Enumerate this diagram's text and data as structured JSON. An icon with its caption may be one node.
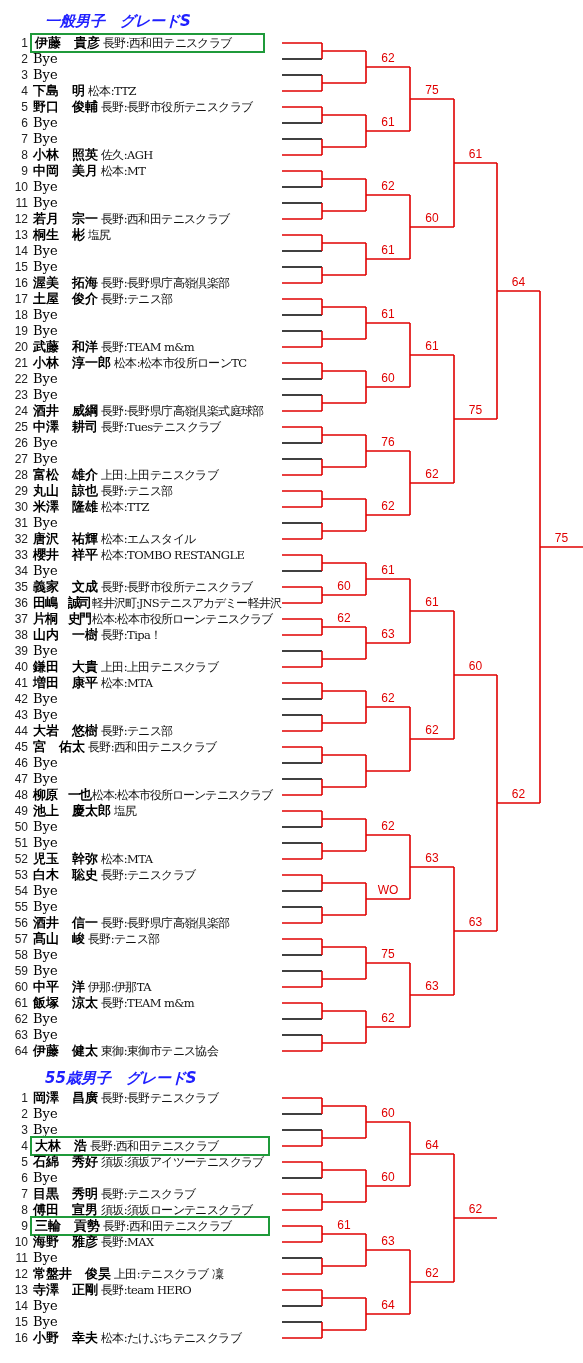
{
  "diagram": {
    "nodes": [
      {
        "text": [
          "伊藤　貴彦",
          "長野:西和田テニスクラブ"
        ]
      },
      {
        "text": [
          "大林　浩",
          "長野:西和田テニスクラブ"
        ]
      },
      {
        "text": [
          "三輪　貢勢",
          "長野:西和田テニスクラブ"
        ]
      }
    ],
    "labels": [
      "一般男子　グレードS",
      "1",
      "2",
      "Bye",
      "3",
      "Bye",
      "4",
      "下島　明",
      "松本:TTZ",
      "5",
      "野口　俊輔",
      "長野:長野市役所テニスクラブ",
      "6",
      "Bye",
      "7",
      "Bye",
      "8",
      "小林　照英",
      "佐久:AGH",
      "9",
      "中岡　美月",
      "松本:MT",
      "10",
      "Bye",
      "11",
      "Bye",
      "12",
      "若月　宗一",
      "長野:西和田テニスクラブ",
      "13",
      "桐生　彬",
      "塩尻",
      "14",
      "Bye",
      "15",
      "Bye",
      "16",
      "渥美　拓海",
      "長野:長野県庁高嶺倶楽部",
      "17",
      "土屋　俊介",
      "長野:テニス部",
      "18",
      "Bye",
      "19",
      "Bye",
      "20",
      "武藤　和洋",
      "長野:TEAM m&m",
      "21",
      "小林　淳一郎",
      "松本:松本市役所ローンTC",
      "22",
      "Bye",
      "23",
      "Bye",
      "24",
      "酒井　威綱",
      "長野:長野県庁高嶺倶楽式庭球部",
      "25",
      "中澤　耕司",
      "長野:Tuesテニスクラブ",
      "26",
      "Bye",
      "27",
      "Bye",
      "28",
      "富松　雄介",
      "上田:上田テニスクラブ",
      "29",
      "丸山　諒也",
      "長野:テニス部",
      "30",
      "米澤　隆雄",
      "松本:TTZ",
      "31",
      "Bye",
      "32",
      "唐沢　祐輝",
      "松本:エムスタイル",
      "33",
      "櫻井　祥平",
      "松本:TOMBO RESTANGLE",
      "34",
      "Bye",
      "35",
      "義家　文成",
      "長野:長野市役所テニスクラブ",
      "36",
      "田嶋　誠司",
      "軽井沢町:JNSテニスアカデミー軽井沢",
      "37",
      "片桐　史門",
      "松本:松本市役所ローンテニスクラブ",
      "38",
      "山内　一樹",
      "長野:Tipa！",
      "39",
      "Bye",
      "40",
      "鎌田　大貴",
      "上田:上田テニスクラブ",
      "41",
      "増田　康平",
      "松本:MTA",
      "42",
      "Bye",
      "43",
      "Bye",
      "44",
      "大岩　悠樹",
      "長野:テニス部",
      "45",
      "宮　佑太",
      "長野:西和田テニスクラブ",
      "46",
      "Bye",
      "47",
      "Bye",
      "48",
      "柳原　一也",
      "松本:松本市役所ローンテニスクラブ",
      "49",
      "池上　慶太郎",
      "塩尻",
      "50",
      "Bye",
      "51",
      "Bye",
      "52",
      "児玉　幹弥",
      "松本:MTA",
      "53",
      "白木　聡史",
      "長野:テニスクラブ",
      "54",
      "Bye",
      "55",
      "Bye",
      "56",
      "酒井　信一",
      "長野:長野県庁高嶺倶楽部",
      "57",
      "髙山　峻",
      "長野:テニス部",
      "58",
      "Bye",
      "59",
      "Bye",
      "60",
      "中平　洋",
      "伊那:伊那TA",
      "61",
      "飯塚　涼太",
      "長野:TEAM m&m",
      "62",
      "Bye",
      "63",
      "Bye",
      "64",
      "伊藤　健太",
      "東御:東御市テニス協会",
      "60",
      "62",
      "62",
      "61",
      "62",
      "61",
      "61",
      "60",
      "76",
      "62",
      "61",
      "63",
      "62",
      "62",
      "WO",
      "75",
      "62",
      "75",
      "60",
      "61",
      "62",
      "61",
      "62",
      "63",
      "63",
      "61",
      "75",
      "60",
      "63",
      "64",
      "62",
      "75",
      "55歳男子　グレードS",
      "1",
      "岡澤　昌廣",
      "長野:長野テニスクラブ",
      "2",
      "Bye",
      "3",
      "Bye",
      "4",
      "5",
      "石綿　秀好",
      "須坂:須坂アイツーテニスクラブ",
      "6",
      "Bye",
      "7",
      "目黒　秀明",
      "長野:テニスクラブ",
      "8",
      "傅田　宣男",
      "須坂:須坂ローンテニスクラブ",
      "9",
      "10",
      "海野　雅彦",
      "長野:MAX",
      "11",
      "Bye",
      "12",
      "常盤井　俊昊",
      "上田:テニスクラブ 凜",
      "13",
      "寺澤　正剛",
      "長野:team HERO",
      "14",
      "Bye",
      "15",
      "Bye",
      "16",
      "小野　幸夫",
      "松本:たけぶちテニスクラブ",
      "61",
      "60",
      "60",
      "63",
      "64",
      "64",
      "62",
      "62"
    ]
  }
}
